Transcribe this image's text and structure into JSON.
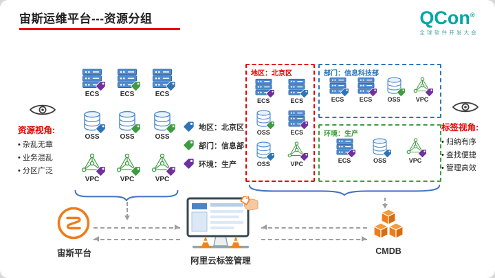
{
  "slide": {
    "title": "宙斯运维平台---资源分组",
    "underline_color": "#e60000"
  },
  "brand": {
    "name": "QCon",
    "registered": "®",
    "subtitle": "全球软件开发大会",
    "color": "#00a6a8"
  },
  "resource_view": {
    "title": "资源视角:",
    "bullets": [
      "杂乱无章",
      "业务混乱",
      "分区广泛"
    ]
  },
  "tag_view": {
    "title": "标签视角:",
    "bullets": [
      "归纳有序",
      "查找便捷",
      "管理高效"
    ]
  },
  "cluster": {
    "row_ecs": [
      {
        "type": "ECS",
        "tag": "#7030a0"
      },
      {
        "type": "ECS",
        "tag": "#3f9b42"
      },
      {
        "type": "ECS",
        "tag": "#2e75b6"
      }
    ],
    "row_oss": [
      {
        "type": "OSS",
        "tag": "#2e75b6"
      },
      {
        "type": "OSS",
        "tag": "#3f9b42"
      },
      {
        "type": "OSS",
        "tag": "#3f9b42"
      }
    ],
    "row_vpc": [
      {
        "type": "VPC",
        "tag": "#7030a0"
      },
      {
        "type": "VPC",
        "tag": "#3f9b42"
      },
      {
        "type": "VPC",
        "tag": "#7030a0"
      }
    ]
  },
  "legend": {
    "items": [
      {
        "label": "地区：北京区",
        "color": "#2e75b6"
      },
      {
        "label": "部门：信息部",
        "color": "#3f9b42"
      },
      {
        "label": "环境：生产",
        "color": "#7030a0"
      }
    ]
  },
  "groups": {
    "region": {
      "title": "地区：北京区",
      "color": "#e60000",
      "items": [
        {
          "type": "ECS",
          "tag": "#7030a0"
        },
        {
          "type": "ECS",
          "tag": "#2e75b6"
        },
        {
          "type": "OSS",
          "tag": "#3f9b42"
        },
        {
          "type": "ECS",
          "tag": "#7030a0"
        },
        {
          "type": "OSS",
          "tag": "#2e75b6"
        },
        {
          "type": "VPC",
          "tag": "#7030a0"
        }
      ]
    },
    "dept": {
      "title": "部门：信息科技部",
      "color": "#2e75b6",
      "items": [
        {
          "type": "ECS",
          "tag": "#2e75b6"
        },
        {
          "type": "ECS",
          "tag": "#7030a0"
        },
        {
          "type": "OSS",
          "tag": "#3f9b42"
        },
        {
          "type": "VPC",
          "tag": "#7030a0"
        }
      ]
    },
    "env": {
      "title": "环境：生产",
      "color": "#3f9b42",
      "items": [
        {
          "type": "ECS",
          "tag": "#7030a0"
        },
        {
          "type": "OSS",
          "tag": "#2e75b6"
        },
        {
          "type": "VPC",
          "tag": "#7030a0"
        }
      ]
    }
  },
  "bottom": {
    "zeus_label": "宙斯平台",
    "tag_mgmt_label": "阿里云标签管理",
    "cmdb_label": "CMDB"
  }
}
